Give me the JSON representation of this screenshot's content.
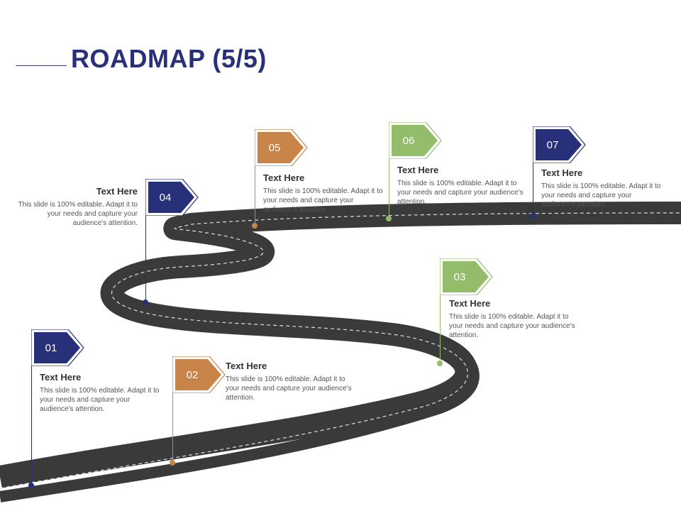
{
  "title": "ROADMAP (5/5)",
  "colors": {
    "navy": "#28307a",
    "orange": "#c9844a",
    "green": "#93bd6b",
    "road": "#3a3a3a",
    "title": "#28307a"
  },
  "milestones": [
    {
      "number": "01",
      "heading": "Text Here",
      "text": "This slide is 100% editable. Adapt it to your needs and capture your audience's attention.",
      "color": "navy"
    },
    {
      "number": "02",
      "heading": "Text Here",
      "text": "This slide is 100% editable. Adapt it to your needs and capture your audience's attention.",
      "color": "orange"
    },
    {
      "number": "03",
      "heading": "Text Here",
      "text": "This slide is 100% editable. Adapt it to your needs and capture your audience's attention.",
      "color": "green"
    },
    {
      "number": "04",
      "heading": "Text Here",
      "text": "This slide is 100% editable. Adapt it to your needs and capture your audience's attention.",
      "color": "navy"
    },
    {
      "number": "05",
      "heading": "Text Here",
      "text": "This slide is 100% editable. Adapt it to your needs and capture your audience's attention.",
      "color": "orange"
    },
    {
      "number": "06",
      "heading": "Text Here",
      "text": "This slide is 100% editable. Adapt it to your needs and capture your audience's attention.",
      "color": "green"
    },
    {
      "number": "07",
      "heading": "Text Here",
      "text": "This slide is 100% editable. Adapt it to your needs and capture your audience's attention.",
      "color": "navy"
    }
  ]
}
